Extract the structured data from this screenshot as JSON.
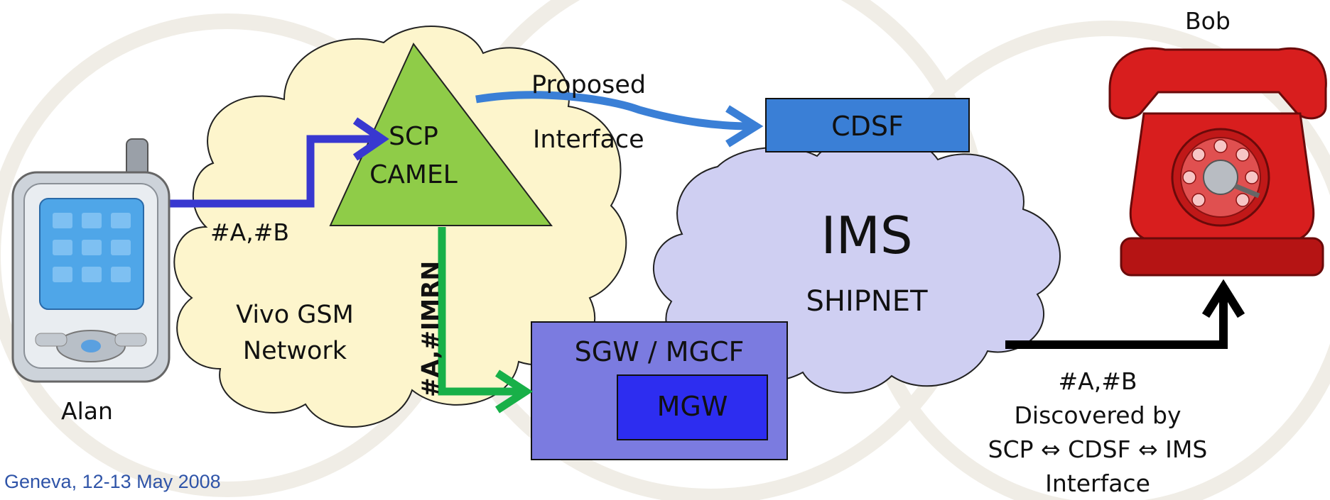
{
  "people": {
    "caller": "Alan",
    "callee": "Bob"
  },
  "nodes": {
    "scp": {
      "line1": "SCP",
      "line2": "CAMEL"
    },
    "cdsf": "CDSF",
    "sgw": "SGW / MGCF",
    "mgw": "MGW",
    "ims": {
      "title": "IMS",
      "sub": "SHIPNET"
    },
    "gsm": {
      "line1": "Vivo GSM",
      "line2": "Network"
    }
  },
  "links": {
    "alan_to_scp": "#A,#B",
    "scp_to_sgw": "#A,#IMRN",
    "proposed": {
      "line1": "Proposed",
      "line2": "Interface"
    },
    "to_bob": {
      "line1": "#A,#B",
      "line2": "Discovered by",
      "line3": "SCP ⇔ CDSF ⇔ IMS",
      "line4": "Interface"
    }
  },
  "footer": "Geneva, 12-13 May 2008",
  "colors": {
    "gsm_cloud": "#fdf5cc",
    "ims_cloud": "#cfcff2",
    "triangle": "#8fcc48",
    "cdsf": "#3a7fd6",
    "sgw": "#7b7be0",
    "mgw": "#2d2df0",
    "arrow_alan": "#3838d0",
    "arrow_proposed": "#3a7fd6",
    "arrow_imrn": "#18b048",
    "arrow_bob": "#000000",
    "footer_text": "#2f54a8"
  }
}
